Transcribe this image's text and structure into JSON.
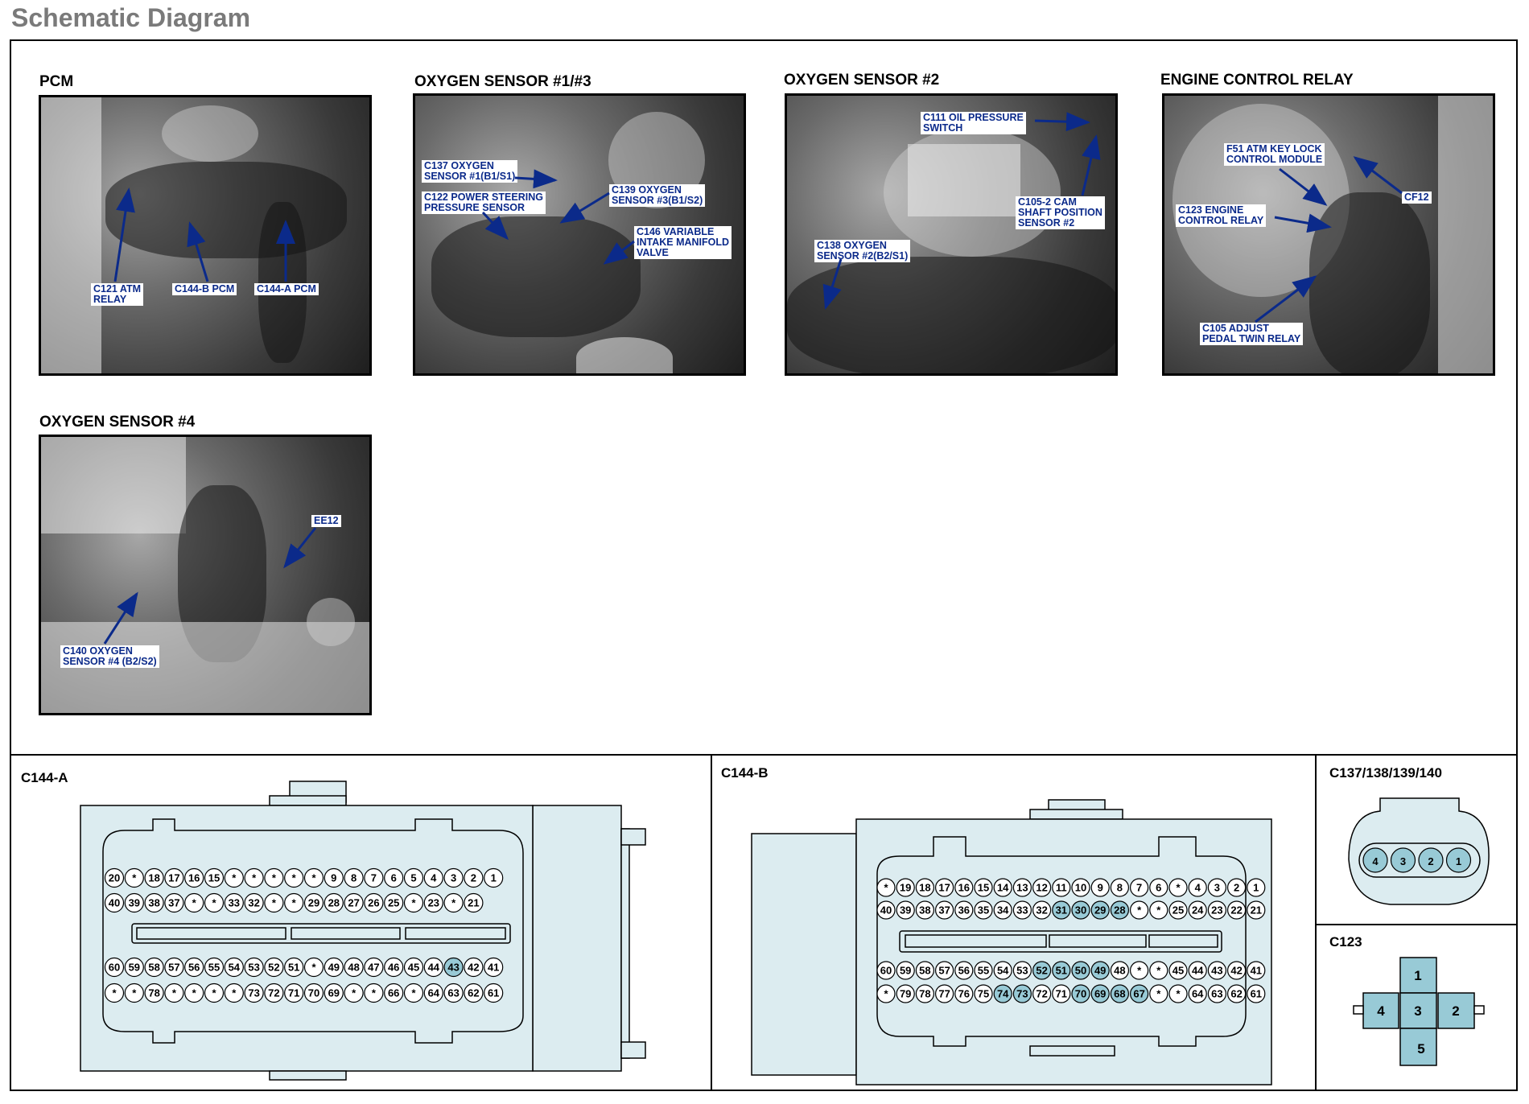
{
  "page": {
    "title": "Schematic Diagram"
  },
  "colors": {
    "connector_fill": "#dcecf0",
    "pin_highlight": "#98cad6",
    "label_text": "#0b2a8a",
    "frame": "#000000"
  },
  "photos": [
    {
      "title": "PCM",
      "labels": [
        "C121 ATM\nRELAY",
        "C144-B PCM",
        "C144-A PCM"
      ]
    },
    {
      "title": "OXYGEN SENSOR #1/#3",
      "labels": [
        "C137 OXYGEN\nSENSOR #1(B1/S1)",
        "C122 POWER STEERING\nPRESSURE SENSOR",
        "C139 OXYGEN\nSENSOR #3(B1/S2)",
        "C146 VARIABLE\nINTAKE MANIFOLD\nVALVE"
      ]
    },
    {
      "title": "OXYGEN SENSOR #2",
      "labels": [
        "C111 OIL PRESSURE\nSWITCH",
        "C105-2 CAM\nSHAFT POSITION\nSENSOR #2",
        "C138 OXYGEN\nSENSOR #2(B2/S1)"
      ]
    },
    {
      "title": "ENGINE CONTROL RELAY",
      "labels": [
        "F51 ATM KEY LOCK\nCONTROL MODULE",
        "CF12",
        "C123 ENGINE\nCONTROL RELAY",
        "C105 ADJUST\nPEDAL TWIN RELAY"
      ]
    },
    {
      "title": "OXYGEN SENSOR #4",
      "labels": [
        "EE12",
        "C140 OXYGEN\nSENSOR #4 (B2/S2)"
      ]
    }
  ],
  "connectors": {
    "c144a": {
      "title": "C144-A",
      "rows": [
        [
          "20",
          "*",
          "18",
          "17",
          "16",
          "15",
          "*",
          "*",
          "*",
          "*",
          "*",
          "9",
          "8",
          "7",
          "6",
          "5",
          "4",
          "3",
          "2",
          "1"
        ],
        [
          "40",
          "39",
          "38",
          "37",
          "*",
          "*",
          "33",
          "32",
          "*",
          "*",
          "29",
          "28",
          "27",
          "26",
          "25",
          "*",
          "23",
          "*",
          "21"
        ],
        [
          "60",
          "59",
          "58",
          "57",
          "56",
          "55",
          "54",
          "53",
          "52",
          "51",
          "*",
          "49",
          "48",
          "47",
          "46",
          "45",
          "44",
          "43",
          "42",
          "41"
        ],
        [
          "*",
          "*",
          "78",
          "*",
          "*",
          "*",
          "*",
          "73",
          "72",
          "71",
          "70",
          "69",
          "*",
          "*",
          "66",
          "*",
          "64",
          "63",
          "62",
          "61"
        ]
      ],
      "highlight": [
        "43"
      ]
    },
    "c144b": {
      "title": "C144-B",
      "rows": [
        [
          "*",
          "19",
          "18",
          "17",
          "16",
          "15",
          "14",
          "13",
          "12",
          "11",
          "10",
          "9",
          "8",
          "7",
          "6",
          "*",
          "4",
          "3",
          "2",
          "1"
        ],
        [
          "40",
          "39",
          "38",
          "37",
          "36",
          "35",
          "34",
          "33",
          "32",
          "31",
          "30",
          "29",
          "28",
          "*",
          "*",
          "25",
          "24",
          "23",
          "22",
          "21"
        ],
        [
          "60",
          "59",
          "58",
          "57",
          "56",
          "55",
          "54",
          "53",
          "52",
          "51",
          "50",
          "49",
          "48",
          "*",
          "*",
          "45",
          "44",
          "43",
          "42",
          "41"
        ],
        [
          "*",
          "79",
          "78",
          "77",
          "76",
          "75",
          "74",
          "73",
          "72",
          "71",
          "70",
          "69",
          "68",
          "67",
          "*",
          "*",
          "64",
          "63",
          "62",
          "61"
        ]
      ],
      "highlight": [
        "31",
        "30",
        "29",
        "28",
        "52",
        "51",
        "50",
        "49",
        "74",
        "73",
        "70",
        "69",
        "68",
        "67"
      ]
    },
    "c137": {
      "title": "C137/138/139/140",
      "pins": [
        "4",
        "3",
        "2",
        "1"
      ]
    },
    "c123": {
      "title": "C123",
      "pins": {
        "top": "1",
        "left": "4",
        "center": "3",
        "right": "2",
        "bottom": "5"
      }
    }
  }
}
